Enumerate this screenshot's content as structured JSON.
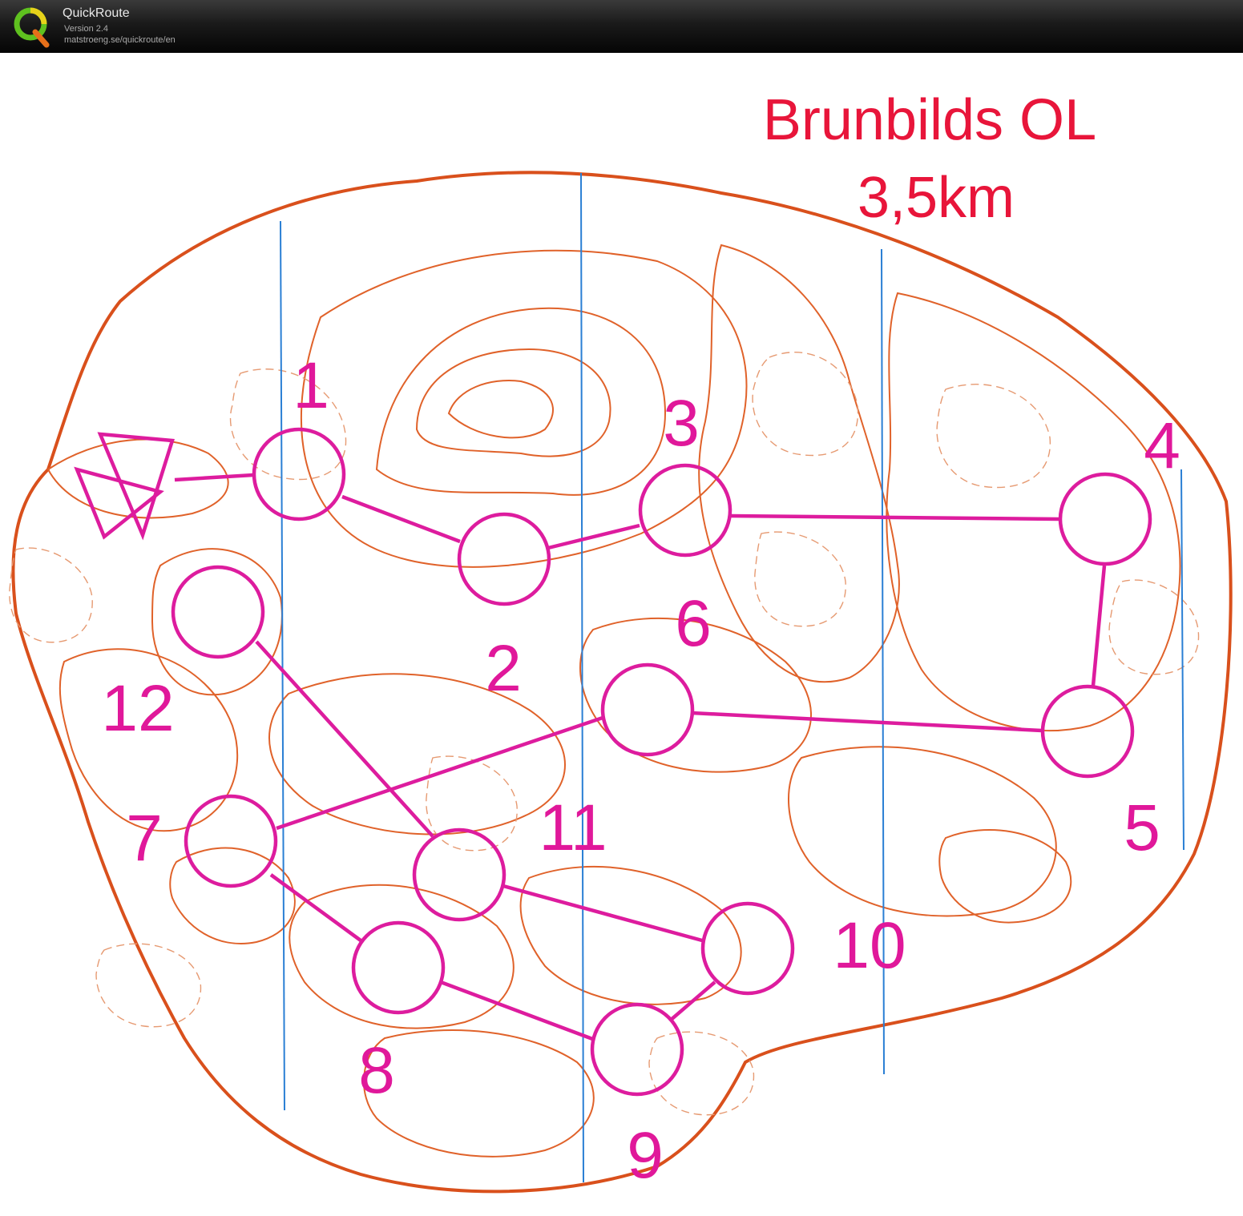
{
  "app": {
    "title": "QuickRoute",
    "version": "Version 2.4",
    "url": "matstroeng.se/quickroute/en"
  },
  "map": {
    "title_line1": "Brunbilds OL",
    "title_line2": "3,5km",
    "colors": {
      "course": "#dd1c9e",
      "title": "#e8153a",
      "contour": "#e0622a",
      "north_lines": "#2a7fd4",
      "paper": "#ffffff"
    },
    "start_symbol": "triangle-start",
    "controls": [
      {
        "number": "1"
      },
      {
        "number": "2"
      },
      {
        "number": "3"
      },
      {
        "number": "4"
      },
      {
        "number": "5"
      },
      {
        "number": "6"
      },
      {
        "number": "7"
      },
      {
        "number": "8"
      },
      {
        "number": "9"
      },
      {
        "number": "10"
      },
      {
        "number": "11"
      },
      {
        "number": "12"
      }
    ]
  }
}
